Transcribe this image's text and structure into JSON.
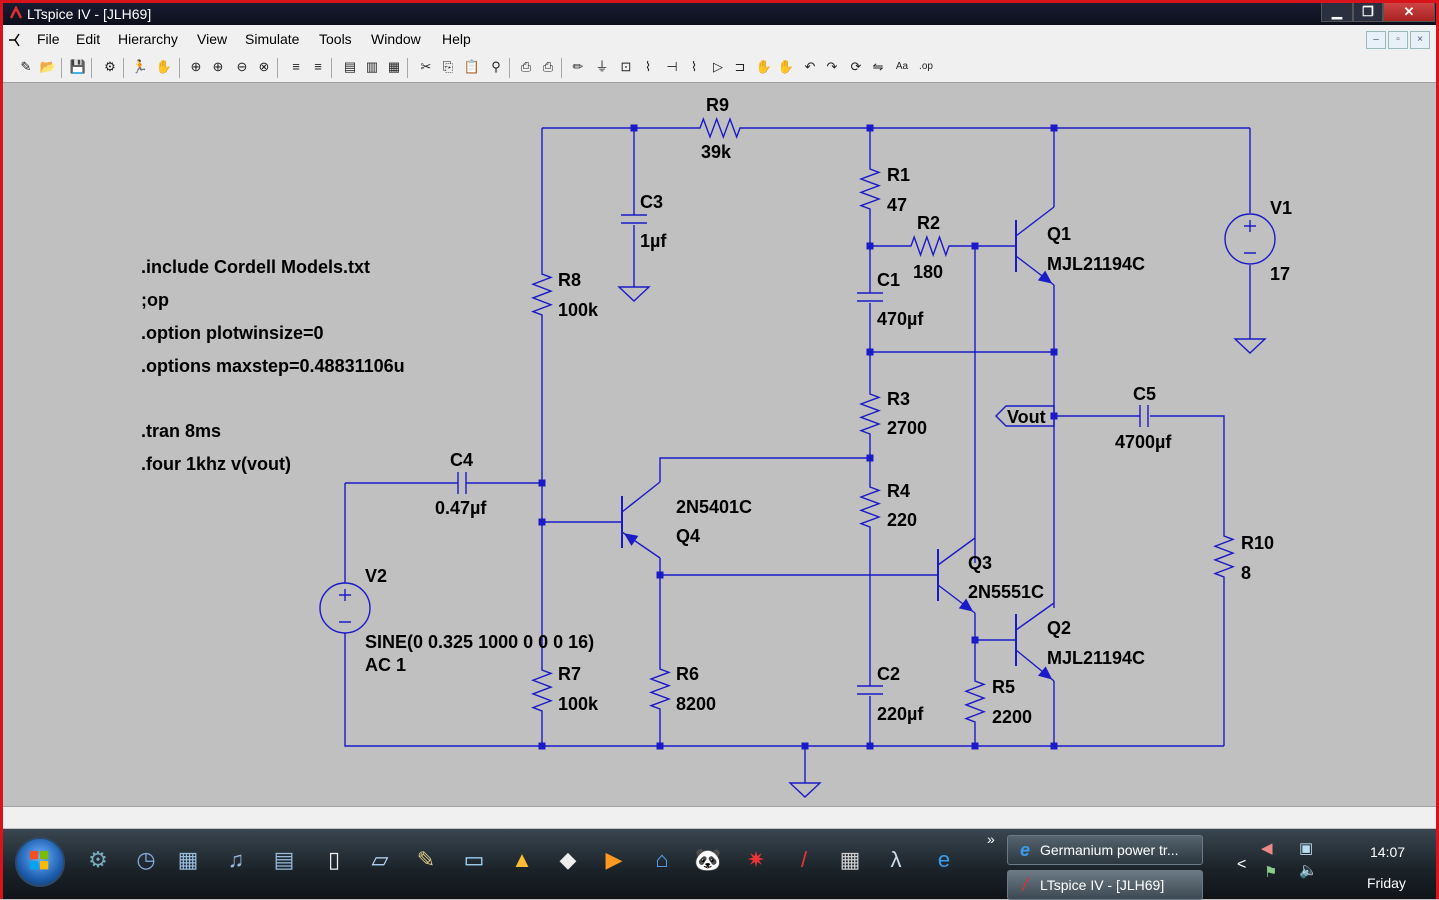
{
  "window": {
    "title": "LTspice IV - [JLH69]",
    "min": "▁",
    "restore": "❐",
    "close": "✕"
  },
  "menu": {
    "items": [
      "File",
      "Edit",
      "Hierarchy",
      "View",
      "Simulate",
      "Tools",
      "Window",
      "Help"
    ]
  },
  "mdi": {
    "min": "–",
    "restore": "▫",
    "close": "×"
  },
  "toolbar": {
    "icons": [
      "new-schematic-icon",
      "open-icon",
      "save-icon",
      "control-panel-icon",
      "run-icon",
      "halt-icon",
      "zoom-in-icon",
      "zoom-pan-icon",
      "zoom-out-icon",
      "zoom-fit-icon",
      "tile-horizontal-icon",
      "tile-vertical-icon",
      "cascade-icon",
      "close-window-icon",
      "open-all-icon",
      "cut-icon",
      "copy-icon",
      "paste-icon",
      "find-icon",
      "print-setup-icon",
      "print-icon",
      "wire-icon",
      "ground-icon",
      "label-icon",
      "resistor-icon",
      "capacitor-icon",
      "inductor-icon",
      "diode-icon",
      "component-icon",
      "move-icon",
      "drag-icon",
      "undo-icon",
      "redo-icon",
      "rotate-icon",
      "mirror-icon",
      "text-icon",
      "spice-directive-icon"
    ]
  },
  "directives": [
    ".include Cordell Models.txt",
    ";op",
    ".option plotwinsize=0",
    ".options maxstep=0.48831106u",
    ".tran 8ms",
    ".four 1khz v(vout)"
  ],
  "components": {
    "R9": {
      "name": "R9",
      "value": "39k"
    },
    "R1": {
      "name": "R1",
      "value": "47"
    },
    "R2": {
      "name": "R2",
      "value": "180"
    },
    "C1": {
      "name": "C1",
      "value": "470µf"
    },
    "C3": {
      "name": "C3",
      "value": "1µf"
    },
    "R8": {
      "name": "R8",
      "value": "100k"
    },
    "R3": {
      "name": "R3",
      "value": "2700"
    },
    "R4": {
      "name": "R4",
      "value": "220"
    },
    "C4": {
      "name": "C4",
      "value": "0.47µf"
    },
    "Q4": {
      "name": "Q4",
      "value": "2N5401C"
    },
    "Q3": {
      "name": "Q3",
      "value": "2N5551C"
    },
    "Q1": {
      "name": "Q1",
      "value": "MJL21194C"
    },
    "Q2": {
      "name": "Q2",
      "value": "MJL21194C"
    },
    "V1": {
      "name": "V1",
      "value": "17"
    },
    "V2": {
      "name": "V2",
      "value": "SINE(0 0.325 1000 0 0 0 16)",
      "value2": "AC 1"
    },
    "C5": {
      "name": "C5",
      "value": "4700µf"
    },
    "R10": {
      "name": "R10",
      "value": "8"
    },
    "R7": {
      "name": "R7",
      "value": "100k"
    },
    "R6": {
      "name": "R6",
      "value": "8200"
    },
    "C2": {
      "name": "C2",
      "value": "220µf"
    },
    "R5": {
      "name": "R5",
      "value": "2200"
    }
  },
  "net_label": "Vout",
  "colors": {
    "wire": "#1a1ac8",
    "title_border": "#d8131b",
    "text": "#000000"
  },
  "taskbar": {
    "tasks": [
      {
        "label": "Germanium power tr...",
        "icon": "ie-icon"
      },
      {
        "label": "LTspice IV - [JLH69]",
        "icon": "ltspice-icon"
      }
    ],
    "overflow": "»",
    "tray_chevron": "<",
    "clock_time": "14:07",
    "clock_day": "Friday"
  }
}
